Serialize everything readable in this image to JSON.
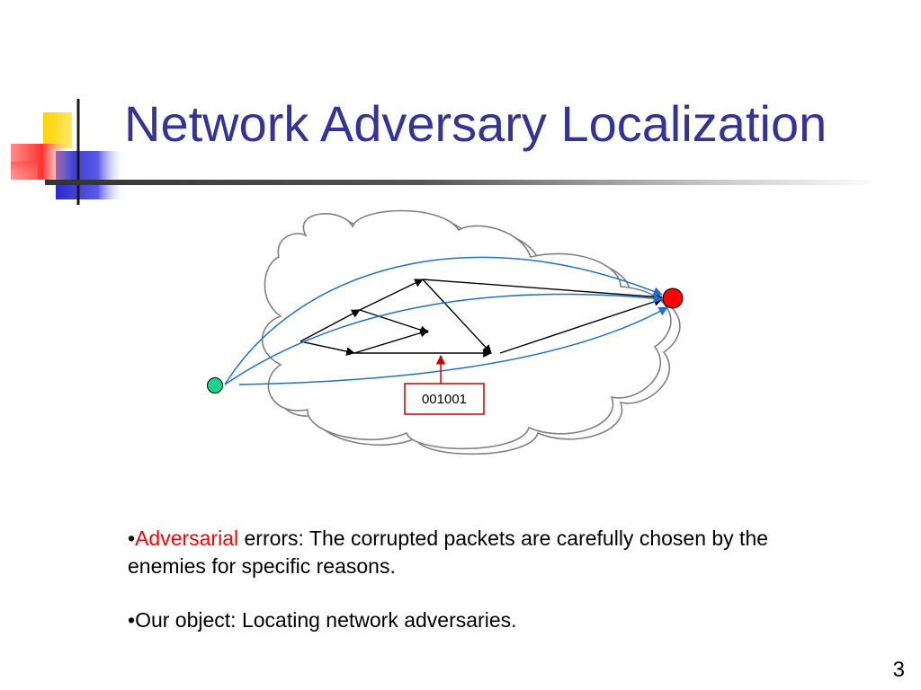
{
  "slide": {
    "title": "Network Adversary Localization",
    "page_number": "3"
  },
  "diagram": {
    "packet_label": "001001",
    "source_node_color": "#1bd38f",
    "destination_node_color": "#ff0000",
    "packet_box_color": "#cc0000",
    "flow_color": "#1f6fd1",
    "link_color": "#000000",
    "cloud_color": "#808080"
  },
  "bullets": [
    {
      "marker": "•",
      "highlight": "Adversarial",
      "text": " errors: The corrupted packets are carefully chosen by the enemies for specific reasons."
    },
    {
      "marker": "•",
      "text": "Our object: Locating network  adversaries."
    }
  ],
  "logo": {
    "colors": [
      "#ffd200",
      "#3333cc",
      "#ff3333"
    ]
  }
}
